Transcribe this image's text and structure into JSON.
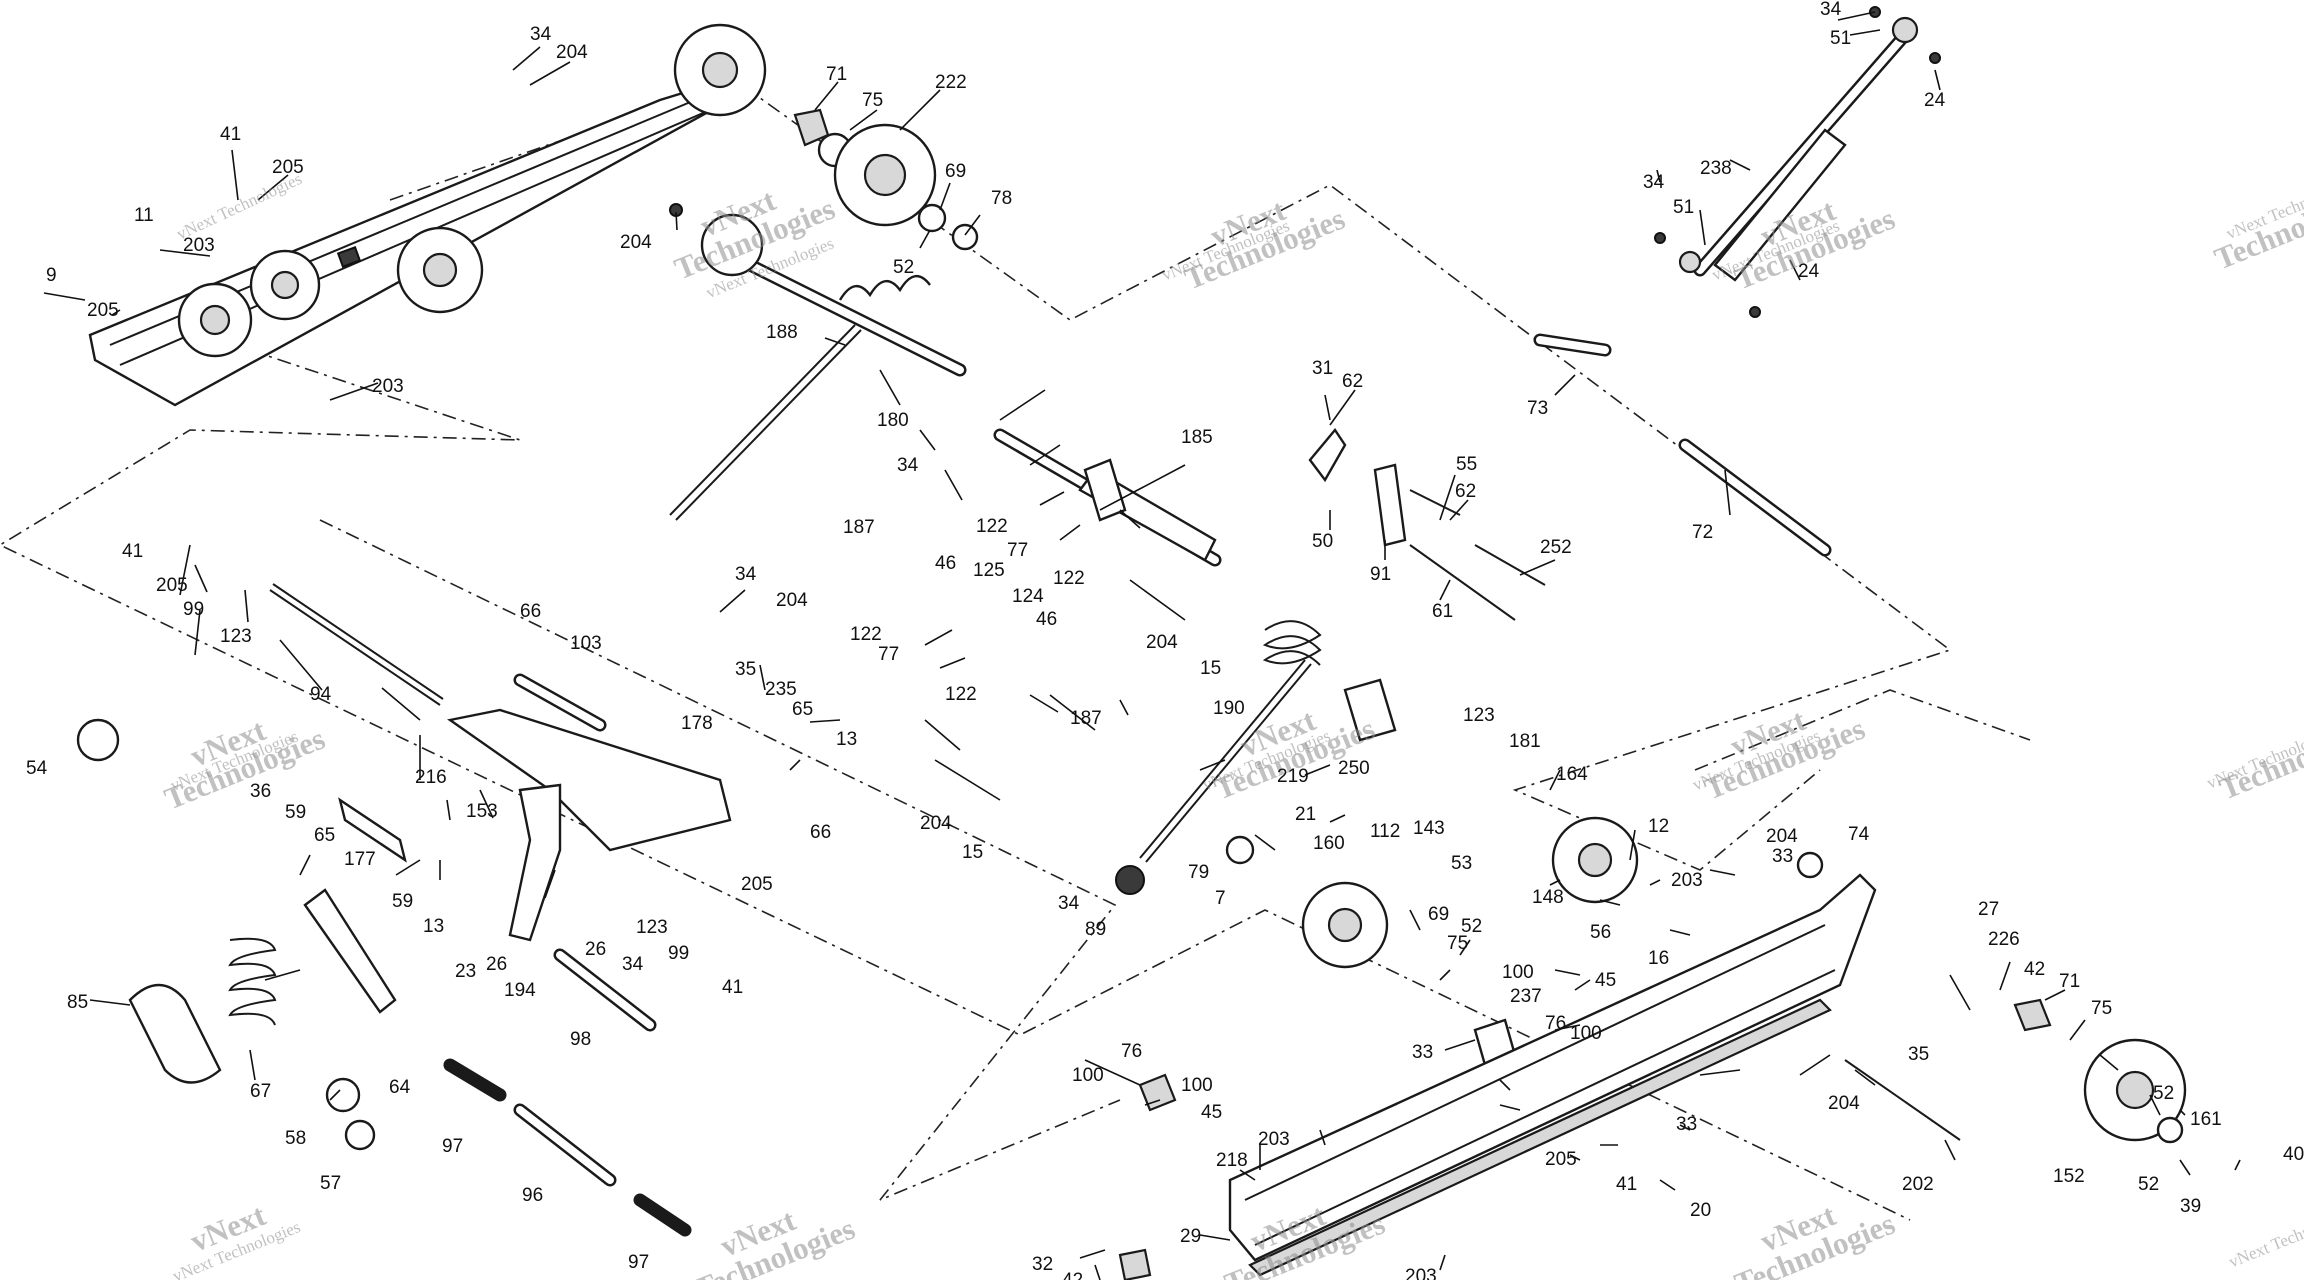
{
  "watermark": {
    "line1": "vNext Technologies",
    "line2": "vNext",
    "line3": "Technologies"
  },
  "callouts": {
    "c34a": "34",
    "c204a": "204",
    "c41a": "41",
    "c205a": "205",
    "c11": "11",
    "c203a": "203",
    "c9": "9",
    "c205b": "205",
    "c203b": "203",
    "c204b": "204",
    "c71a": "71",
    "c75a": "75",
    "c222": "222",
    "c69a": "69",
    "c78": "78",
    "c52a": "52",
    "c188": "188",
    "c180": "180",
    "c34b": "34",
    "c187a": "187",
    "c122a": "122",
    "c77a": "77",
    "c185": "185",
    "c122b": "122",
    "c46a": "46",
    "c125": "125",
    "c124": "124",
    "c46b": "46",
    "c34c": "34",
    "c204c": "204",
    "c122c": "122",
    "c77b": "77",
    "c35a": "35",
    "c235": "235",
    "c65a": "65",
    "c13a": "13",
    "c178": "178",
    "c122d": "122",
    "c187b": "187",
    "c204d": "204",
    "c15a": "15",
    "c204e": "204",
    "c15b": "15",
    "c41b": "41",
    "c205c": "205",
    "c99a": "99",
    "c123a": "123",
    "c94": "94",
    "c66a": "66",
    "c103": "103",
    "c54": "54",
    "c153": "153",
    "c216": "216",
    "c36": "36",
    "c59a": "59",
    "c65b": "65",
    "c177": "177",
    "c66b": "66",
    "c205d": "205",
    "c59b": "59",
    "c13b": "13",
    "c23": "23",
    "c26a": "26",
    "c26b": "26",
    "c34d": "34",
    "c194": "194",
    "c123b": "123",
    "c99b": "99",
    "c41c": "41",
    "c85": "85",
    "c67": "67",
    "c64": "64",
    "c98": "98",
    "c58": "58",
    "c97a": "97",
    "c57": "57",
    "c96": "96",
    "c97b": "97",
    "c31": "31",
    "c62a": "62",
    "c55": "55",
    "c62b": "62",
    "c50": "50",
    "c91": "91",
    "c61": "61",
    "c252": "252",
    "c73": "73",
    "c72": "72",
    "c34e": "34",
    "c51a": "51",
    "c24a": "24",
    "c34f": "34",
    "c51b": "51",
    "c238": "238",
    "c24b": "24",
    "c190": "190",
    "c219": "219",
    "c250": "250",
    "c123c": "123",
    "c181": "181",
    "c143": "143",
    "c53": "53",
    "c164": "164",
    "c21": "21",
    "c160": "160",
    "c112": "112",
    "c148": "148",
    "c12": "12",
    "c203c": "203",
    "c56": "56",
    "c16": "16",
    "c34g": "34",
    "c79": "79",
    "c89": "89",
    "c7": "7",
    "c69b": "69",
    "c52b": "52",
    "c75b": "75",
    "c100a": "100",
    "c76a": "76",
    "c45a": "45",
    "c100b": "100",
    "c237": "237",
    "c33a": "33",
    "c33b": "33",
    "c74": "74",
    "c27": "27",
    "c226": "226",
    "c42a": "42",
    "c71b": "71",
    "c75c": "75",
    "c35b": "35",
    "c204f": "204",
    "c52c": "52",
    "c161": "161",
    "c40": "40",
    "c152": "152",
    "c52d": "52",
    "c39": "39",
    "c202": "202",
    "c204g": "204",
    "c76b": "76",
    "c100c": "100",
    "c100d": "100",
    "c45b": "45",
    "c218": "218",
    "c203d": "203",
    "c205e": "205",
    "c41d": "41",
    "c33c": "33",
    "c20": "20",
    "c29": "29",
    "c32": "32",
    "c42b": "42",
    "c203e": "203"
  }
}
